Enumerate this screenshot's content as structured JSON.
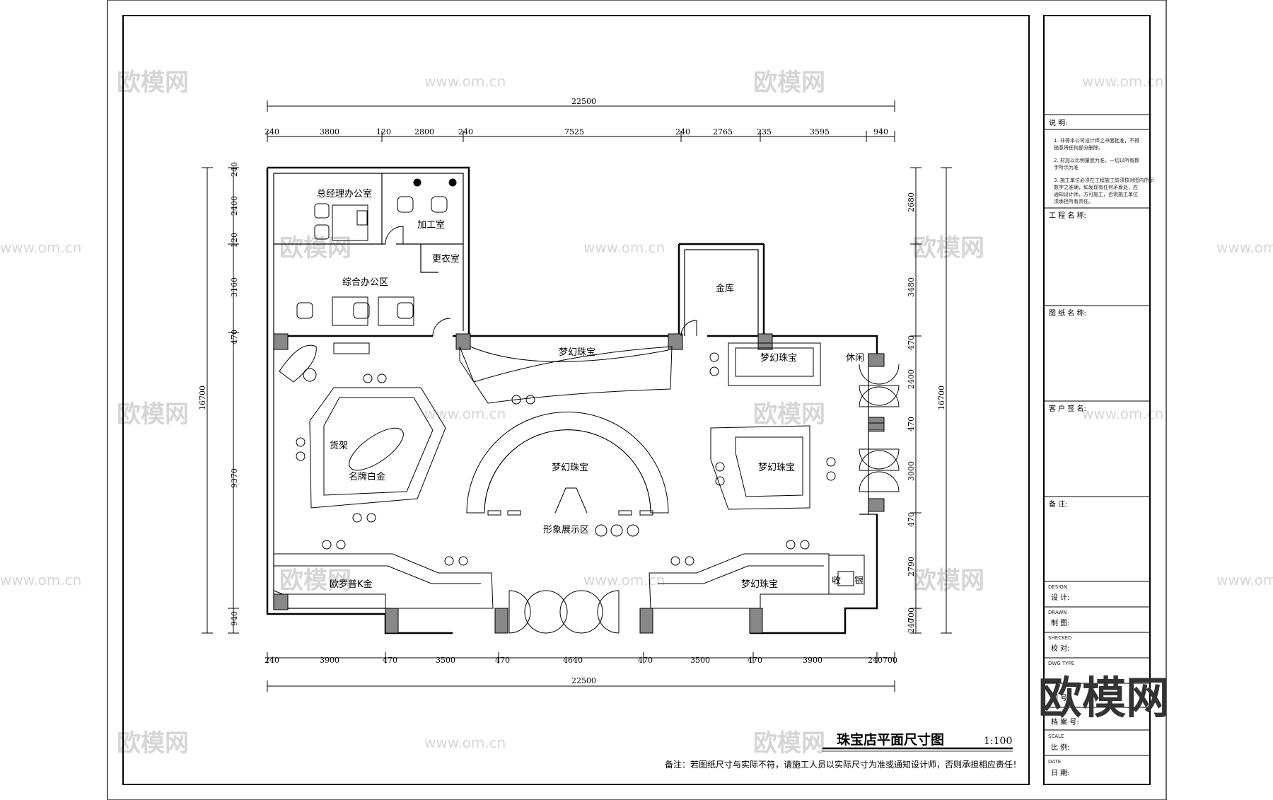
{
  "drawing": {
    "title": "珠宝店平面尺寸图",
    "scale": "1:100",
    "note": "备注：若图纸尺寸与实际不符，请施工人员以实际尺寸为准或通知设计师，否则承担相应责任！"
  },
  "dimensions": {
    "top_total": "22500",
    "top_segments": [
      "240",
      "3800",
      "120",
      "2800",
      "240",
      "7525",
      "240",
      "2765",
      "235",
      "3595",
      "940"
    ],
    "bottom_total": "22500",
    "bottom_segments": [
      "240",
      "3900",
      "470",
      "3500",
      "470",
      "4640",
      "470",
      "3500",
      "470",
      "3900",
      "240",
      "700"
    ],
    "left_total": "16700",
    "left_segments": [
      "240",
      "2400",
      "120",
      "3160",
      "470",
      "9370",
      "940"
    ],
    "right_total": "16700",
    "right_segments": [
      "2680",
      "3480",
      "470",
      "2400",
      "470",
      "3000",
      "470",
      "2790",
      "700",
      "240"
    ]
  },
  "rooms": {
    "gm_office": "总经理办公室",
    "workshop": "加工室",
    "changing": "更衣室",
    "office": "综合办公区",
    "vault": "金库",
    "rest": "休闲",
    "dream_top": "梦幻珠宝",
    "dream_tr": "梦幻珠宝",
    "dream_center": "梦幻珠宝",
    "dream_right": "梦幻珠宝",
    "dream_br": "梦幻珠宝",
    "shelf": "货架",
    "brand_platinum": "名牌白金",
    "image_display": "形象展示区",
    "europe_k": "欧罗普K金",
    "cashier_1": "收",
    "cashier_2": "银"
  },
  "title_block": {
    "notes_header": "说  明:",
    "notes": [
      "1. 非得本公司设计师之书面批准，不得随意将任何部分删除。",
      "2. 材加以比例量度为准，一切以所有数字所示为准",
      "3. 施工单位必须在工程施工前须核对图内所示数字之准确，如发现有任何矛盾处，应通知设计师，方可施工，否则施工单位须承担所有责任。"
    ],
    "project_name": "工 程 名 称:",
    "drawing_name": "图 纸 名 称:",
    "client_sign": "客 户 签 名:",
    "remarks": "备 注:",
    "design_en": "DESIGN",
    "design_cn": "设   计:",
    "drawn_en": "DRAWN",
    "drawn_cn": "制   图:",
    "checked_en": "SHECKED",
    "checked_cn": "校   对:",
    "dwgtype_en": "DWG TYPE",
    "drawing_no": "图   号:",
    "archive_no": "档 案 号:",
    "scale_en": "SCALE",
    "scale_cn": "比   例:",
    "date_en": "DATE",
    "date_cn": "日   期:"
  },
  "watermark": {
    "logo": "欧模网",
    "url": "www.om.cn"
  }
}
